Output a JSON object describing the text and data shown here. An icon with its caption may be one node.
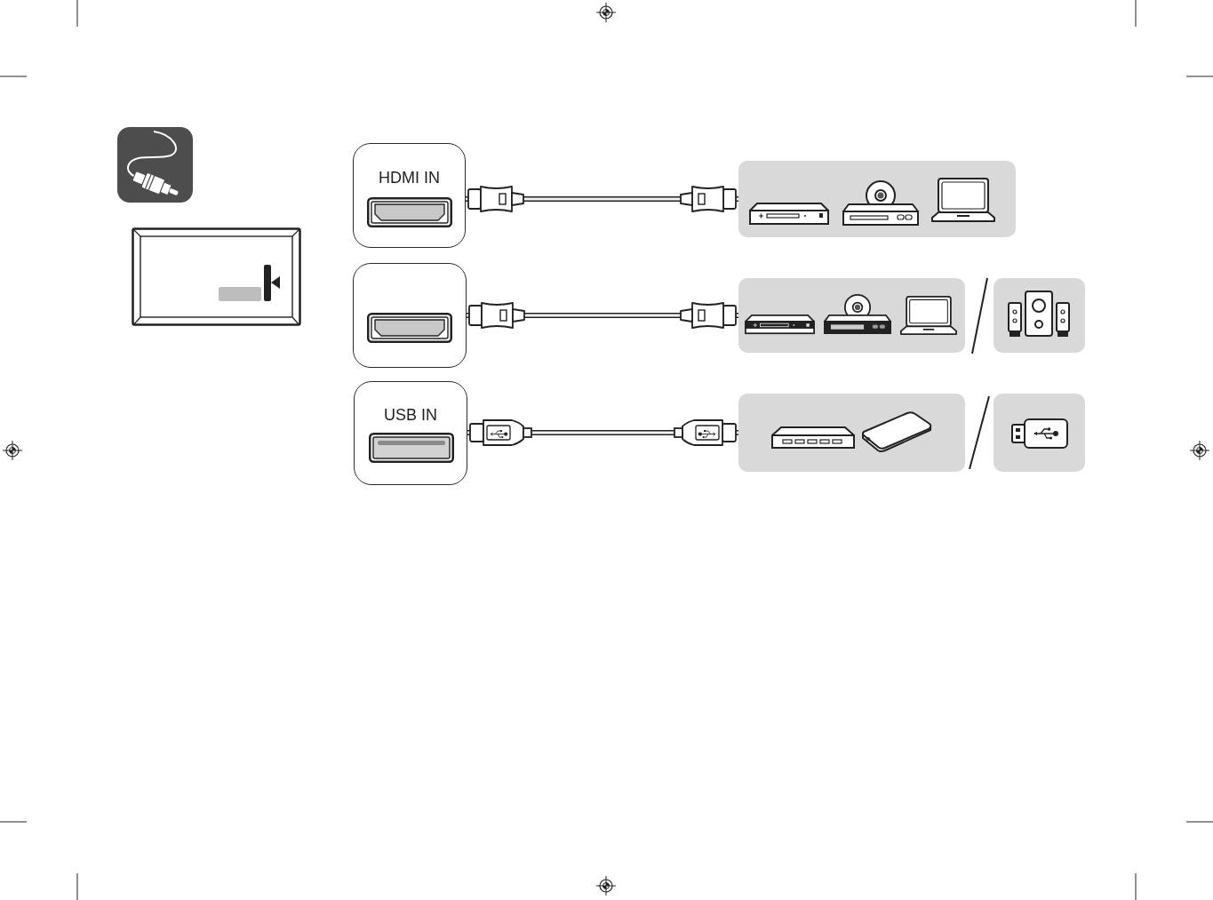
{
  "diagram": {
    "nodes": [
      {
        "text": [
          "HDMI IN"
        ]
      },
      {
        "text": [],
        "shape": "box"
      },
      {
        "text": [
          "USB IN"
        ]
      },
      {
        "text": [],
        "shape": "box"
      },
      {
        "text": [],
        "shape": "box"
      },
      {
        "text": [],
        "shape": "box"
      },
      {
        "text": [],
        "shape": "box"
      },
      {
        "text": [],
        "shape": "box"
      }
    ],
    "edges": [
      {
        "from": 0,
        "to": 3,
        "arrow": "other"
      },
      {
        "from": 1,
        "to": 4,
        "arrow": "other"
      },
      {
        "from": 2,
        "to": 6,
        "arrow": "other"
      }
    ]
  }
}
